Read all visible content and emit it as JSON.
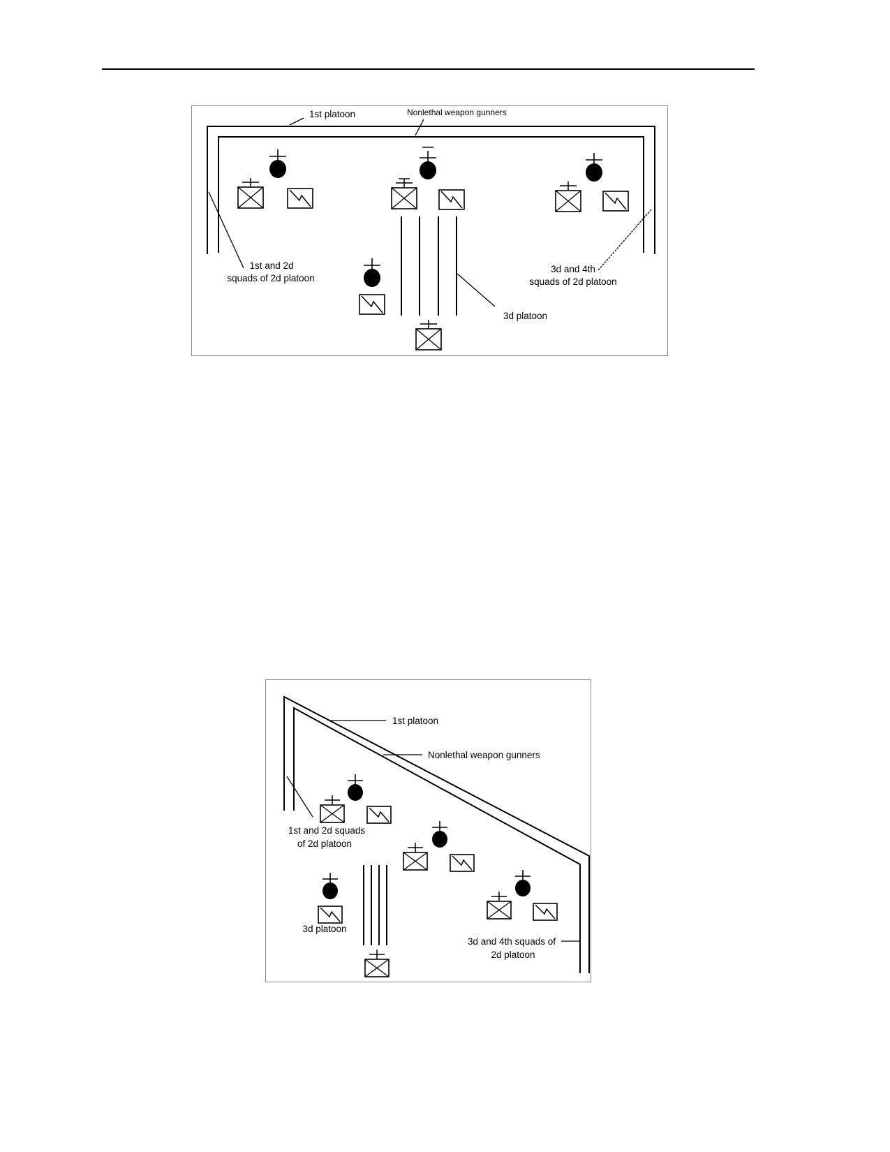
{
  "figure1": {
    "labels": {
      "first_platoon": "1st platoon",
      "nonlethal_gunners": "Nonlethal weapon gunners",
      "squads_1_2_line1": "1st and 2d",
      "squads_1_2_line2": "squads of 2d platoon",
      "squads_3_4_line1": "3d and 4th",
      "squads_3_4_line2": "squads of 2d platoon",
      "third_platoon": "3d platoon"
    }
  },
  "figure2": {
    "labels": {
      "first_platoon": "1st platoon",
      "nonlethal_gunners": "Nonlethal weapon gunners",
      "squads_1_2_line1": "1st and 2d squads",
      "squads_1_2_line2": "of 2d platoon",
      "third_platoon": "3d platoon",
      "squads_3_4_line1": "3d and 4th squads of",
      "squads_3_4_line2": "2d platoon"
    }
  },
  "colors": {
    "ink": "#000000",
    "frame": "#8a8a8a"
  }
}
